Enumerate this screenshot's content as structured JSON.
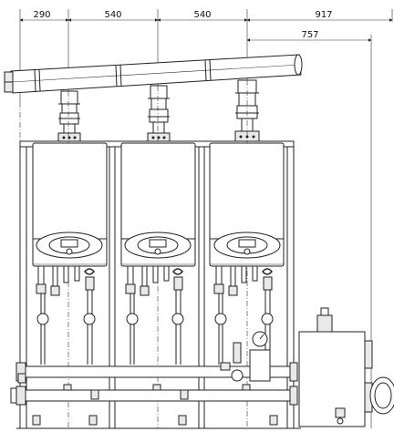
{
  "dimensions": {
    "top": [
      "290",
      "540",
      "540",
      "917"
    ],
    "second": "757"
  },
  "colors": {
    "line": "#222222",
    "background": "#ffffff"
  }
}
